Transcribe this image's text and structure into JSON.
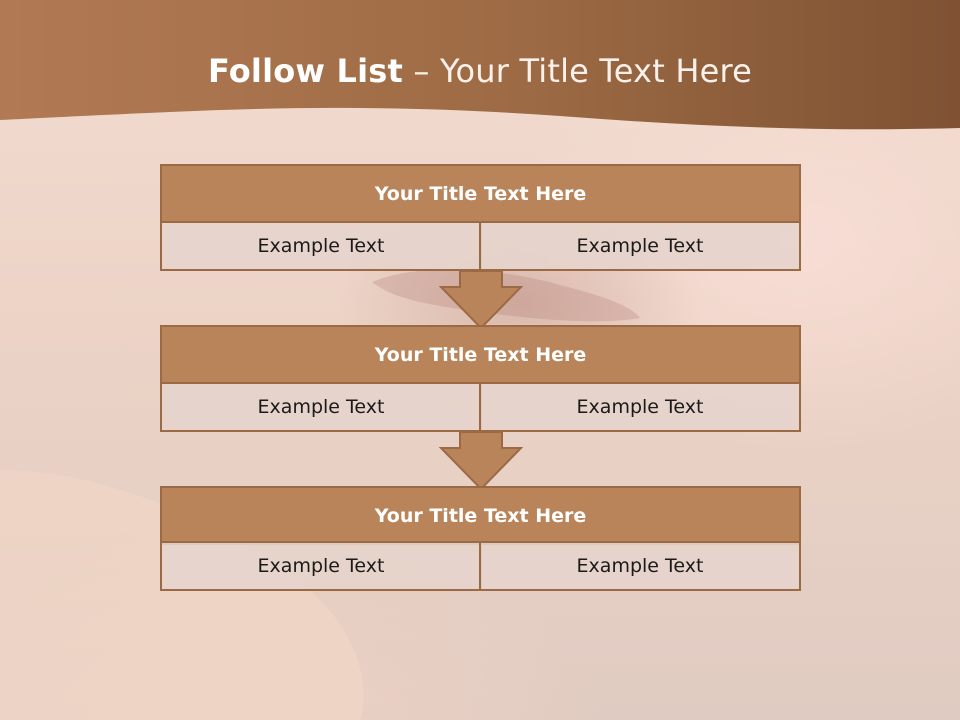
{
  "slide": {
    "title_bold": "Follow List",
    "title_rest": " – Your Title Text Here"
  },
  "blocks": [
    {
      "title": "Your Title Text Here",
      "left": "Example Text",
      "right": "Example Text"
    },
    {
      "title": "Your Title Text Here",
      "left": "Example Text",
      "right": "Example Text"
    },
    {
      "title": "Your Title Text Here",
      "left": "Example Text",
      "right": "Example Text"
    }
  ],
  "colors": {
    "header_band": "#9a6840",
    "block_title_fill": "#b98459",
    "block_border": "#9b6a45",
    "cell_fill": "#e6d4cc",
    "arrow_fill": "#b98459"
  }
}
